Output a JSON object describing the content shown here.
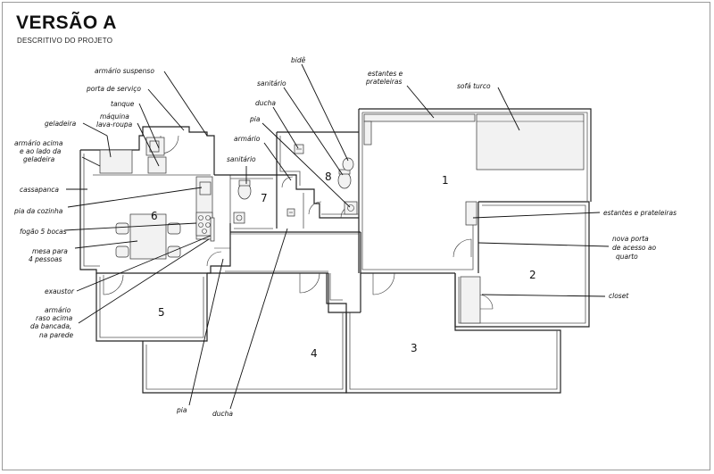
{
  "header": {
    "title": "VERSÃO A",
    "subtitle": "DESCRITIVO DO PROJETO"
  },
  "rooms": {
    "r1": "1",
    "r2": "2",
    "r3": "3",
    "r4": "4",
    "r5": "5",
    "r6": "6",
    "r7": "7",
    "r8": "8"
  },
  "labels": {
    "armario_suspenso": "armário suspenso",
    "porta_servico": "porta de serviço",
    "tanque": "tanque",
    "maquina_1": "máquina",
    "maquina_2": "lava-roupa",
    "geladeira": "geladeira",
    "armario_acima_1": "armário acima",
    "armario_acima_2": "e ao lado da",
    "armario_acima_3": "geladeira",
    "cassapanca": "cassapanca",
    "pia_cozinha": "pia da cozinha",
    "fogao": "fogão 5 bocas",
    "mesa_1": "mesa para",
    "mesa_2": "4 pessoas",
    "exaustor": "exaustor",
    "armario_raso_1": "armário",
    "armario_raso_2": "raso acima",
    "armario_raso_3": "da bancada,",
    "armario_raso_4": "na parede",
    "bide": "bidê",
    "sanitario_top": "sanitário",
    "ducha": "ducha",
    "pia_top": "pia",
    "armario_mid": "armário",
    "sanitario_mid": "sanitário",
    "estantes_top_1": "estantes e",
    "estantes_top_2": "prateleiras",
    "sofa_turco": "sofá turco",
    "estantes_right": "estantes e prateleiras",
    "nova_porta_1": "nova porta",
    "nova_porta_2": "de acesso ao",
    "nova_porta_3": "quarto",
    "closet": "closet",
    "pia_bottom": "pia",
    "ducha_bottom": "ducha"
  }
}
